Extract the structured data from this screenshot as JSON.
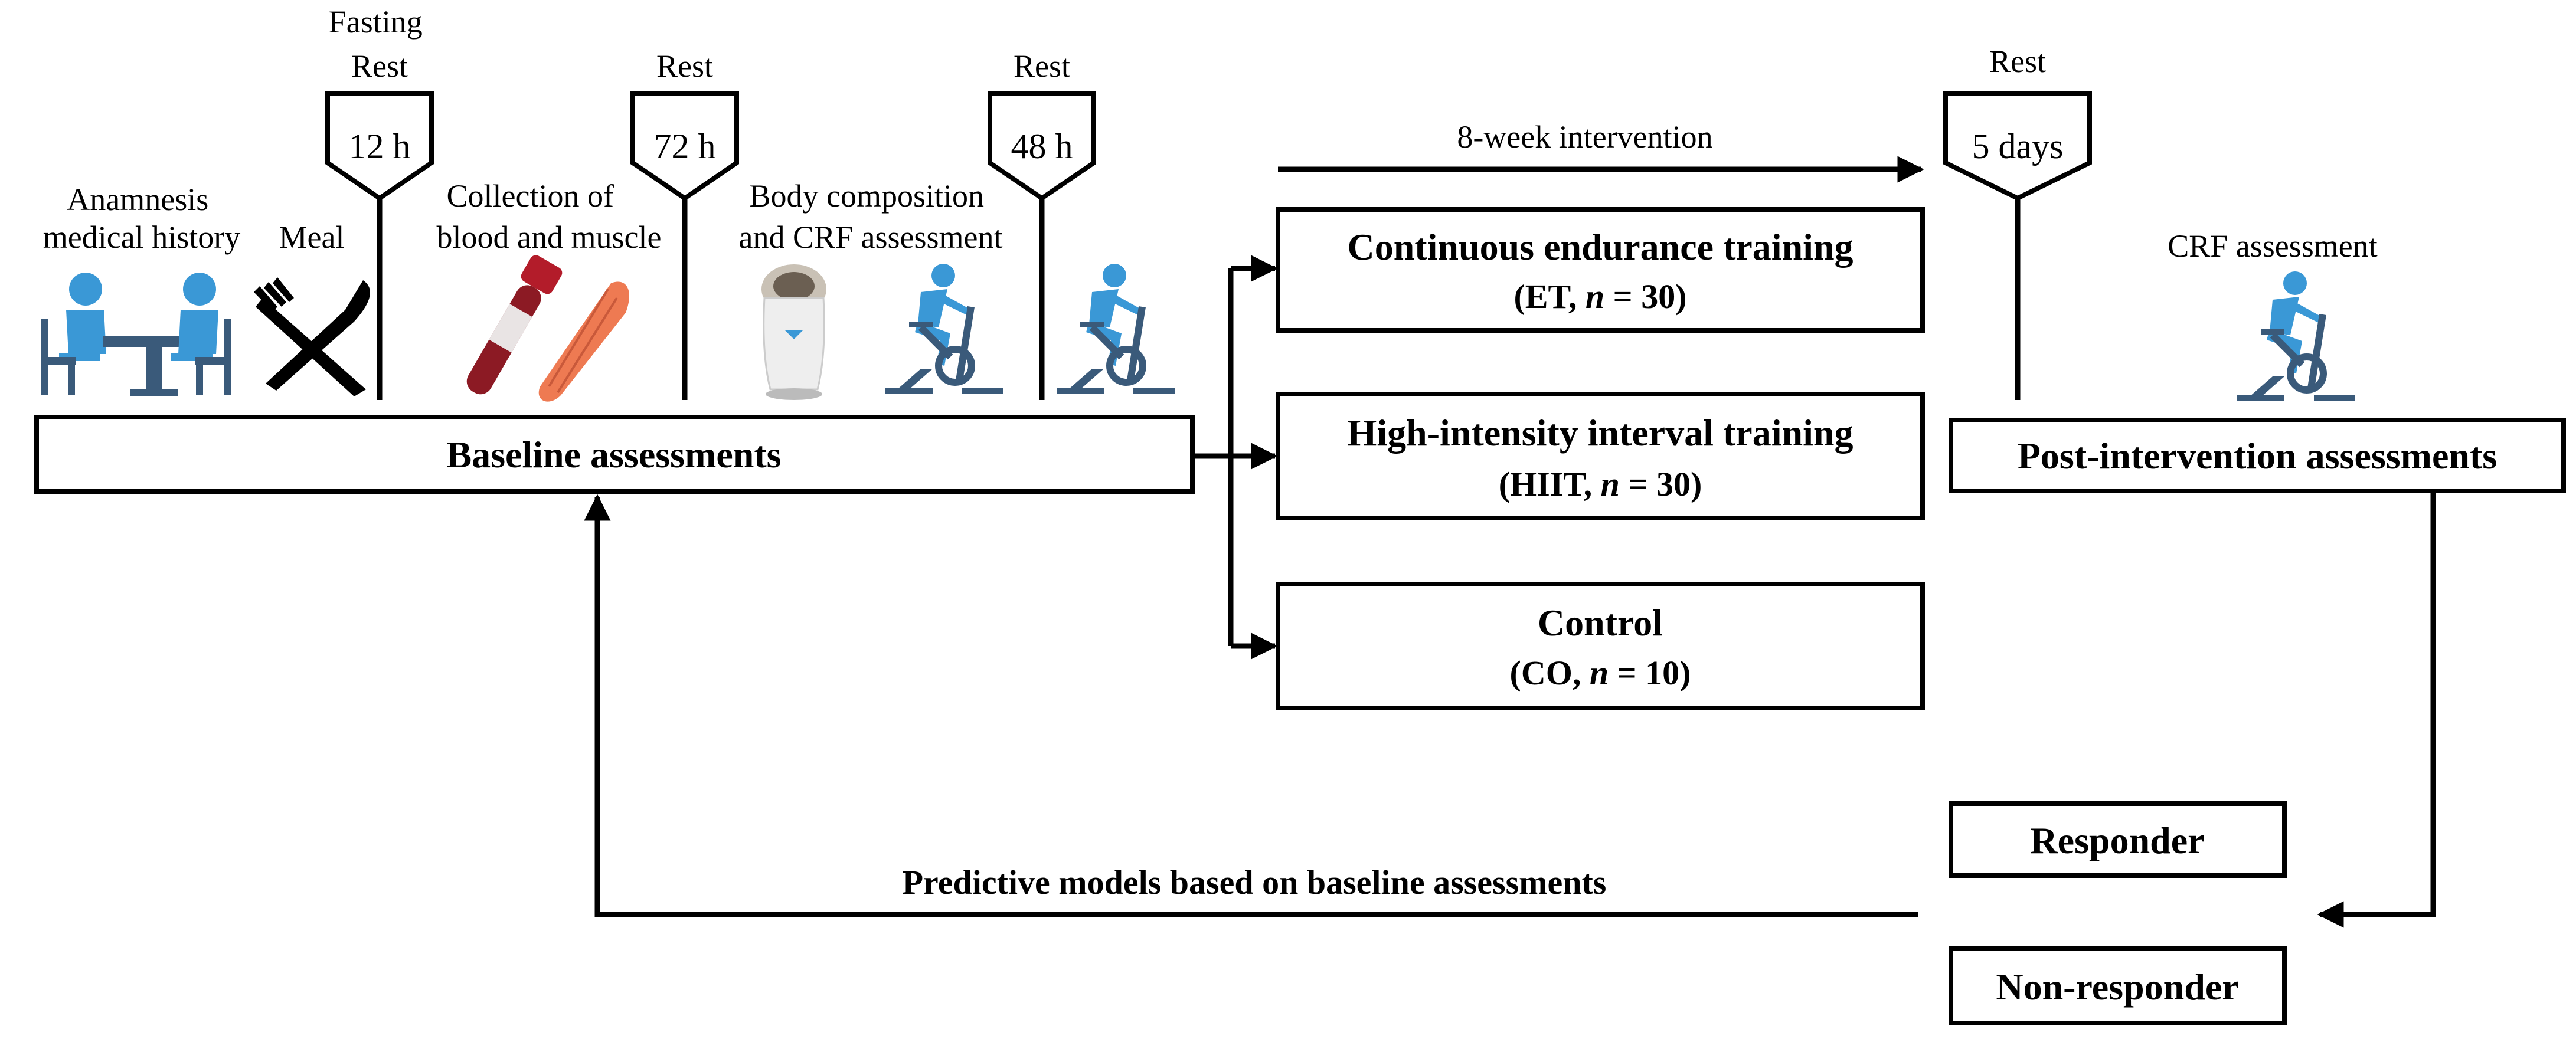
{
  "colors": {
    "icon_blue": "#3a98d6",
    "icon_dark": "#3a5a7a",
    "tube_red": "#9c1c26",
    "muscle_orange": "#ee7a52",
    "line": "#000000"
  },
  "timeline": {
    "labels": {
      "anamnesis": [
        "Anamnesis",
        "medical history"
      ],
      "meal": "Meal",
      "collection": [
        "Collection of",
        "blood and muscle"
      ],
      "body_comp": [
        "Body composition",
        "and CRF assessment"
      ],
      "crf": "CRF assessment"
    },
    "markers": [
      {
        "top": [
          "Fasting",
          "Rest"
        ],
        "value": "12 h"
      },
      {
        "top": [
          "Rest"
        ],
        "value": "72 h"
      },
      {
        "top": [
          "Rest"
        ],
        "value": "48 h"
      },
      {
        "top": [
          "Rest"
        ],
        "value": "5 days"
      }
    ],
    "intervention_label": "8-week intervention"
  },
  "icons": [
    "consultation-icon",
    "fork-knife-icon",
    "blood-tube-icon",
    "muscle-icon",
    "body-composition-scanner-icon",
    "exercise-bike-icon",
    "exercise-bike-icon",
    "exercise-bike-icon"
  ],
  "boxes": {
    "baseline": "Baseline assessments",
    "post": "Post-intervention assessments",
    "groups": [
      {
        "title": "Continuous endurance training",
        "abbr": "ET",
        "n": "30"
      },
      {
        "title": "High-intensity interval training",
        "abbr": "HIIT",
        "n": "30"
      },
      {
        "title": "Control",
        "abbr": "CO",
        "n": "10"
      }
    ],
    "n_symbol": "n",
    "responder": "Responder",
    "non_responder": "Non-responder"
  },
  "feedback_label": "Predictive models based on baseline assessments"
}
